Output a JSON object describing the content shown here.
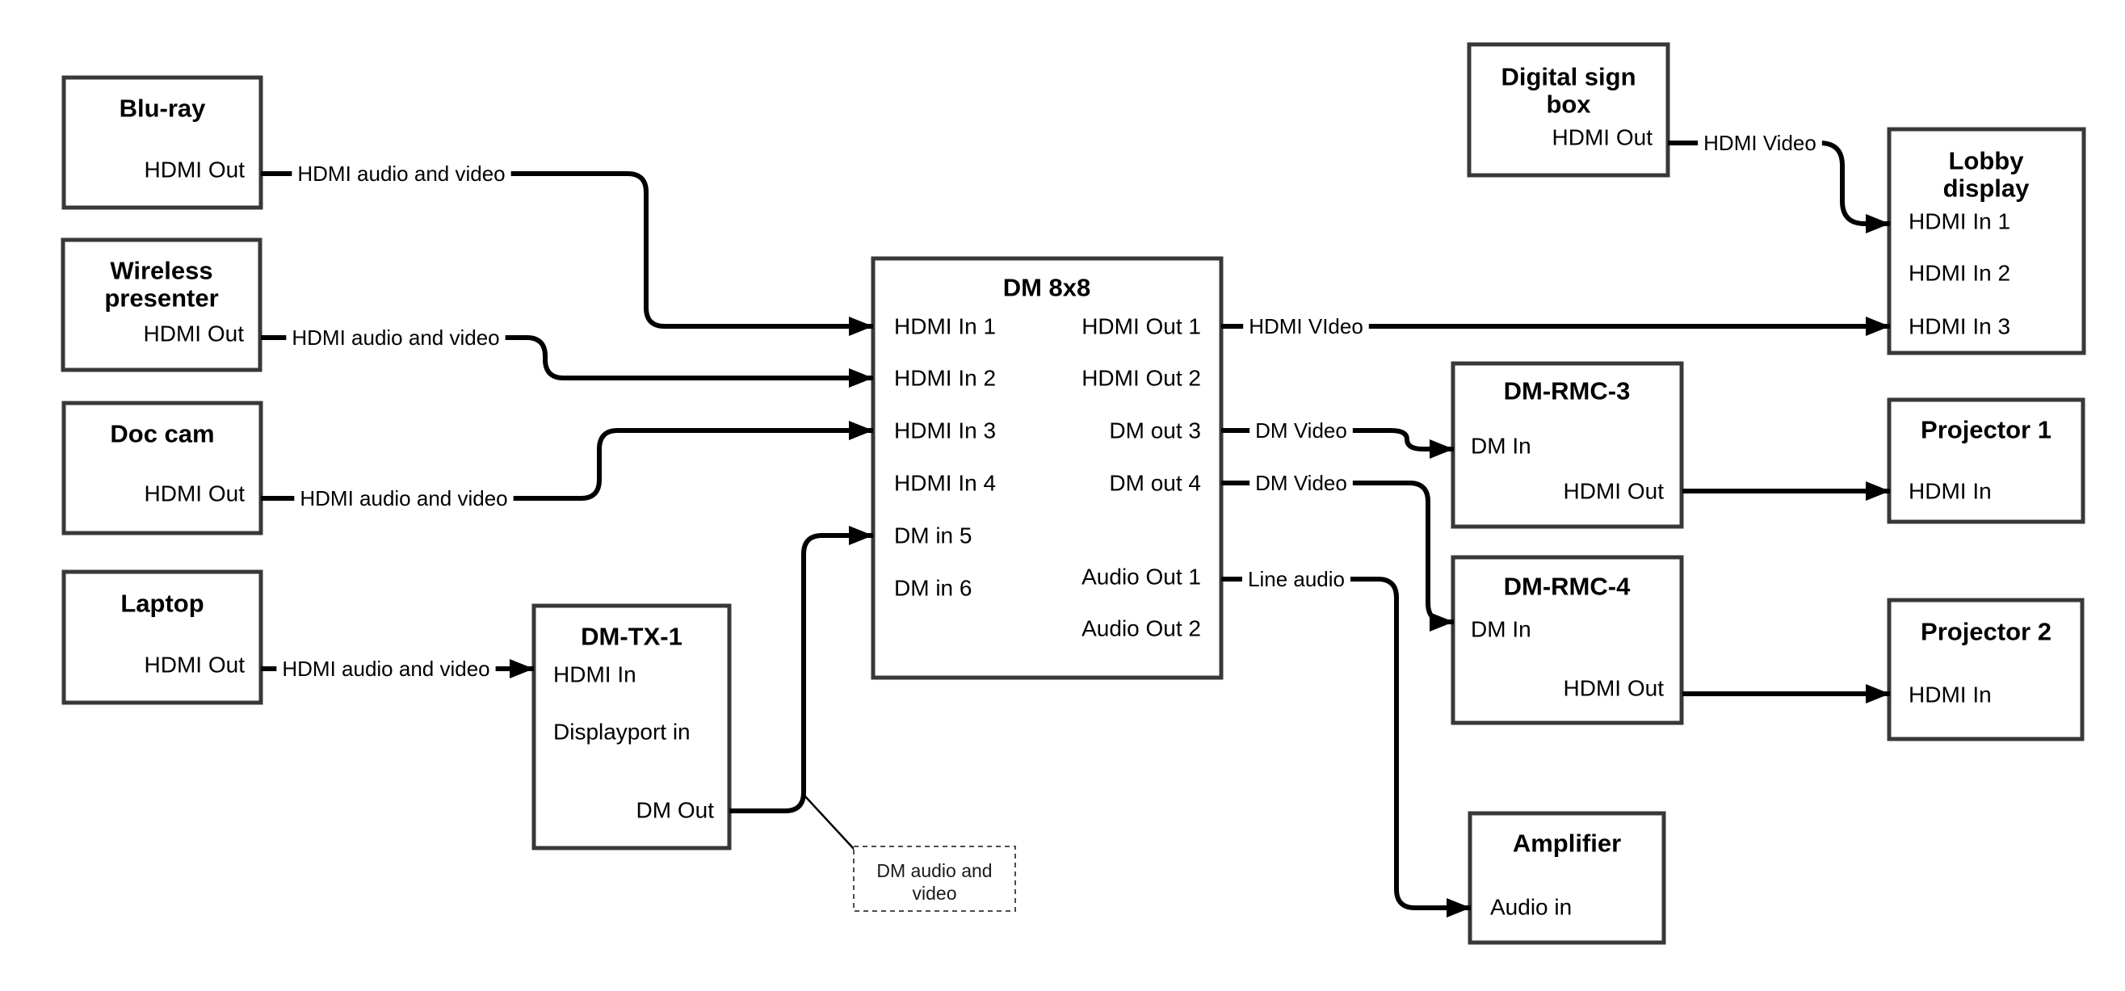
{
  "nodes": {
    "bluray": {
      "title": "Blu-ray",
      "hdmi_out": "HDMI Out"
    },
    "wireless": {
      "title1": "Wireless",
      "title2": "presenter",
      "hdmi_out": "HDMI Out"
    },
    "doccam": {
      "title": "Doc cam",
      "hdmi_out": "HDMI Out"
    },
    "laptop": {
      "title": "Laptop",
      "hdmi_out": "HDMI Out"
    },
    "dmtx1": {
      "title": "DM-TX-1",
      "hdmi_in": "HDMI In",
      "displayport_in": "Displayport in",
      "dm_out": "DM Out"
    },
    "dm8x8": {
      "title": "DM 8x8",
      "hdmi_in_1": "HDMI In 1",
      "hdmi_in_2": "HDMI In 2",
      "hdmi_in_3": "HDMI In 3",
      "hdmi_in_4": "HDMI In 4",
      "dm_in_5": "DM in 5",
      "dm_in_6": "DM in 6",
      "hdmi_out_1": "HDMI Out 1",
      "hdmi_out_2": "HDMI Out 2",
      "dm_out_3": "DM out 3",
      "dm_out_4": "DM out 4",
      "audio_out_1": "Audio Out 1",
      "audio_out_2": "Audio Out 2"
    },
    "digitalsign": {
      "title1": "Digital sign",
      "title2": "box",
      "hdmi_out": "HDMI Out"
    },
    "lobby": {
      "title1": "Lobby",
      "title2": "display",
      "hdmi_in_1": "HDMI In 1",
      "hdmi_in_2": "HDMI In 2",
      "hdmi_in_3": "HDMI In 3"
    },
    "dmrmc3": {
      "title": "DM-RMC-3",
      "dm_in": "DM In",
      "hdmi_out": "HDMI Out"
    },
    "proj1": {
      "title": "Projector 1",
      "hdmi_in": "HDMI In"
    },
    "dmrmc4": {
      "title": "DM-RMC-4",
      "dm_in": "DM In",
      "hdmi_out": "HDMI Out"
    },
    "proj2": {
      "title": "Projector 2",
      "hdmi_in": "HDMI In"
    },
    "amplifier": {
      "title": "Amplifier",
      "audio_in": "Audio in"
    }
  },
  "wire_labels": {
    "bluray_dm8x8": "HDMI audio and video",
    "wireless_dm8x8": "HDMI audio and video",
    "doccam_dm8x8": "HDMI audio and video",
    "laptop_dmtx1": "HDMI audio and video",
    "hdmiout1_lobby": "HDMI VIdeo",
    "digitalsign_lobby": "HDMI Video",
    "dmout3_rmc3": "DM Video",
    "dmout4_rmc4": "DM Video",
    "audioout1_amp": "Line audio"
  },
  "annotation": {
    "line1": "DM audio and",
    "line2": "video"
  },
  "colors": {
    "wire": "#000000",
    "box_border": "#383838",
    "background": "#ffffff"
  }
}
